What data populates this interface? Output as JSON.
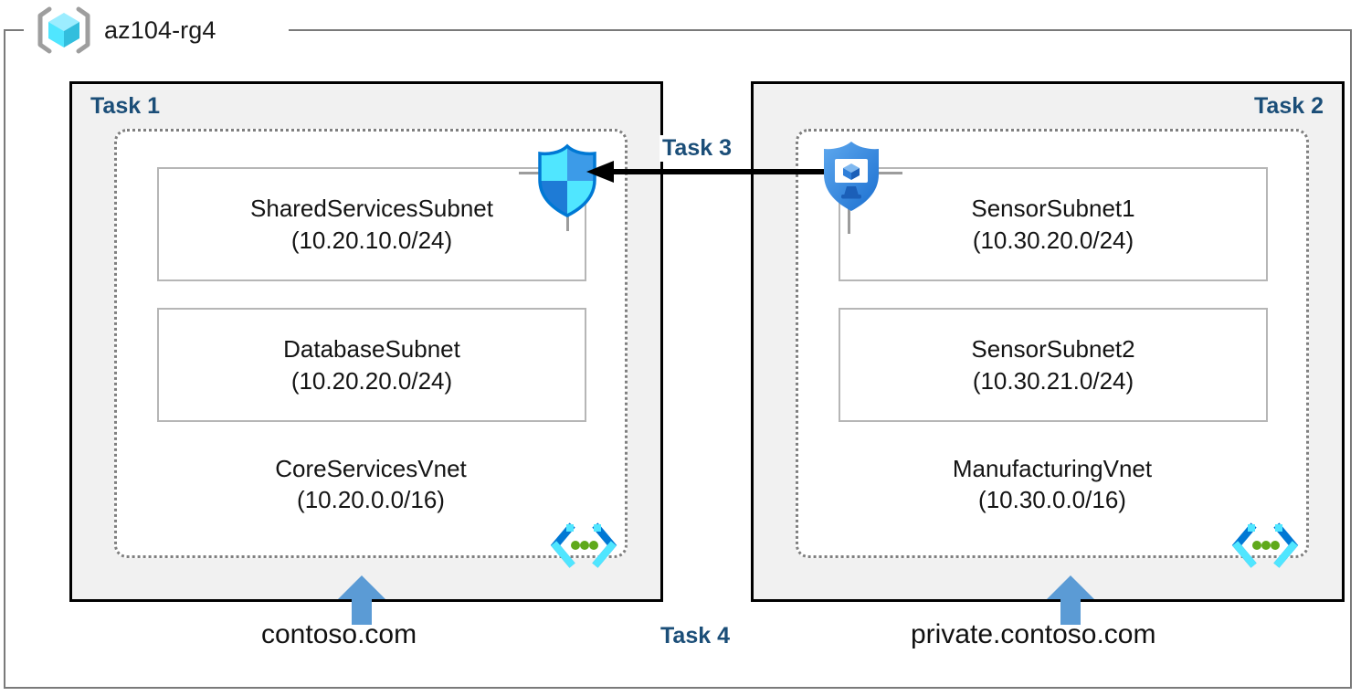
{
  "resource_group": {
    "name": "az104-rg4",
    "icon": "resource-group-cube-icon"
  },
  "panels": [
    {
      "task_label": "Task 1",
      "align": "left",
      "vnet": {
        "name": "CoreServicesVnet",
        "cidr": "(10.20.0.0/16)",
        "icon": "virtual-network-icon"
      },
      "subnets": [
        {
          "name": "SharedServicesSubnet",
          "cidr": "(10.20.10.0/24)"
        },
        {
          "name": "DatabaseSubnet",
          "cidr": "(10.20.20.0/24)"
        }
      ],
      "attached_icon": "network-security-group-shield-icon",
      "dns_zone": "contoso.com",
      "dns_arrow": "up-arrow-icon"
    },
    {
      "task_label": "Task 2",
      "align": "right",
      "vnet": {
        "name": "ManufacturingVnet",
        "cidr": "(10.30.0.0/16)",
        "icon": "virtual-network-icon"
      },
      "subnets": [
        {
          "name": "SensorSubnet1",
          "cidr": "(10.30.20.0/24)"
        },
        {
          "name": "SensorSubnet2",
          "cidr": "(10.30.21.0/24)"
        }
      ],
      "attached_icon": "bastion-vm-shield-icon",
      "dns_zone": "private.contoso.com",
      "dns_arrow": "up-arrow-icon"
    }
  ],
  "connector": {
    "task_label": "Task 3",
    "direction": "right-to-left",
    "icon": "left-arrow-icon"
  },
  "bottom_task": {
    "task_label": "Task 4"
  },
  "colors": {
    "task_label": "#1B4E78",
    "panel_fill": "#F1F1F1",
    "panel_border": "#000000",
    "vnet_border": "#7F7F7F",
    "subnet_border": "#B6B6B6",
    "frame_border": "#7A7A7A",
    "azure_cyan": "#50E6FF",
    "azure_blue": "#0078D4",
    "dns_arrow_blue": "#5B9BD5",
    "vnet_dot_green": "#5FA91B"
  }
}
